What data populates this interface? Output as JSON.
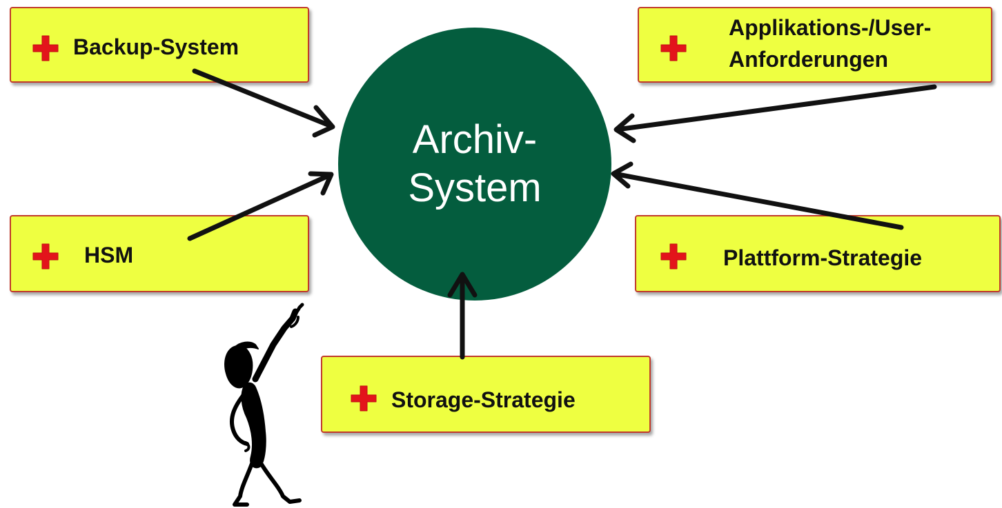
{
  "center": {
    "line1": "Archiv-",
    "line2": "System"
  },
  "boxes": {
    "backup": {
      "label": "Backup-System"
    },
    "hsm": {
      "label": "HSM"
    },
    "storage": {
      "label": "Storage-Strategie"
    },
    "applikations": {
      "line1": "Applikations-/User-",
      "line2": "Anforderungen"
    },
    "plattform": {
      "label": "Plattform-Strategie"
    }
  },
  "colors": {
    "box_fill": "#eeff41",
    "box_border": "#c0392b",
    "circle_fill": "#045d3e",
    "plus_icon": "#e3141b",
    "arrow": "#111111"
  },
  "icons": {
    "plus": "plus-icon",
    "figure": "pointing-person-figure"
  }
}
